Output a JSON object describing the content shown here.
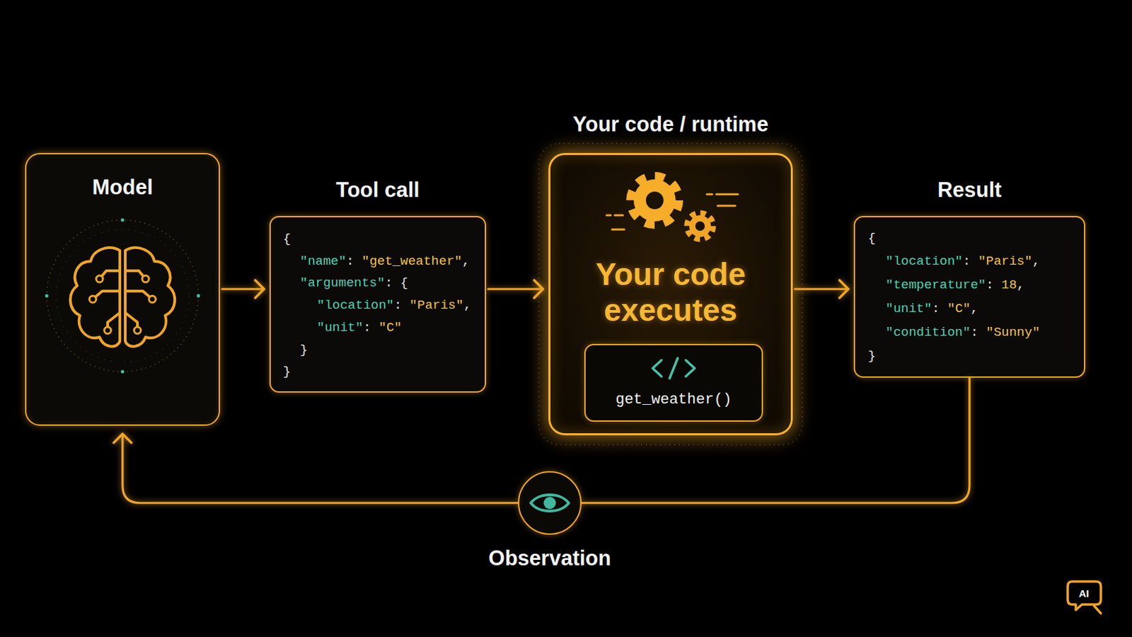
{
  "diagram": {
    "nodes": [
      {
        "text": [
          "Model"
        ]
      },
      {
        "text": [
          "Tool call",
          "{",
          "\"name\": \"get_weather\",",
          "\"arguments\": {",
          "\"location\": \"Paris\",",
          "\"unit\": \"C\"",
          "}",
          "}"
        ]
      },
      {
        "text": [
          "Your code / runtime",
          "Your code executes"
        ]
      },
      {
        "text": [
          "get_weather()"
        ],
        "in": 2
      },
      {
        "text": [
          "Result",
          "{",
          "\"location\": \"Paris\",",
          "\"temperature\": 18,",
          "\"unit\": \"C\",",
          "\"condition\": \"Sunny\"",
          "}"
        ]
      },
      {
        "text": [
          "Observation"
        ]
      }
    ],
    "edges": [
      {
        "from": 0,
        "to": 1,
        "arrow": "to"
      },
      {
        "from": 1,
        "to": 2,
        "arrow": "to"
      },
      {
        "from": 2,
        "to": 4,
        "arrow": "to"
      },
      {
        "from": 4,
        "to": 5,
        "arrow": "none"
      },
      {
        "from": 5,
        "to": 0,
        "arrow": "to"
      }
    ],
    "labels": [
      "AI"
    ]
  }
}
